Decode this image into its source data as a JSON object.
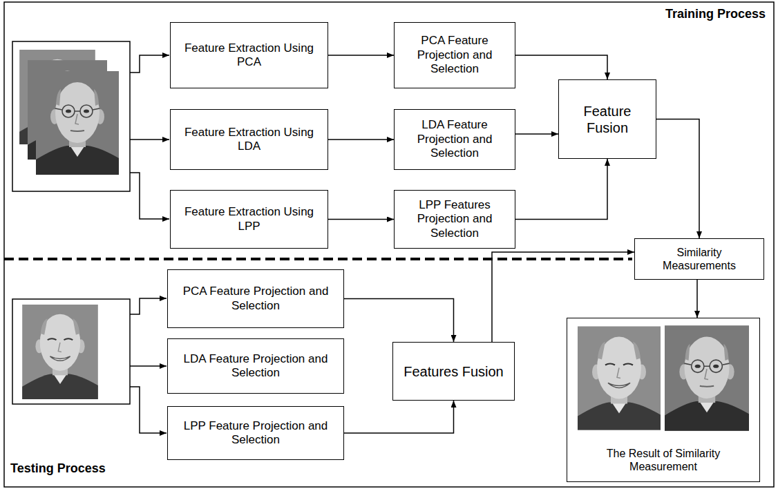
{
  "diagram": {
    "nodes": [
      {
        "text": [
          "Feature Extraction Using PCA"
        ]
      },
      {
        "text": [
          "PCA Feature Projection and Selection"
        ]
      },
      {
        "text": [
          "Feature Extraction Using LDA"
        ]
      },
      {
        "text": [
          "LDA Feature Projection and Selection"
        ]
      },
      {
        "text": [
          "Feature Fusion"
        ]
      },
      {
        "text": [
          "Feature Extraction Using LPP"
        ]
      },
      {
        "text": [
          "LPP Features Projection and Selection"
        ]
      },
      {
        "text": [
          "Similarity Measurements"
        ]
      },
      {
        "text": [
          "PCA Feature Projection and Selection"
        ]
      },
      {
        "text": [
          "LDA Feature Projection and Selection"
        ]
      },
      {
        "text": [
          "Features Fusion"
        ]
      },
      {
        "text": [
          "LPP Feature Projection and Selection"
        ]
      },
      {
        "text": [
          "The Result of Similarity Measurement"
        ]
      }
    ],
    "edges": [
      {
        "from": 0,
        "to": 1,
        "arrow": "to"
      },
      {
        "from": 2,
        "to": 3,
        "arrow": "to"
      },
      {
        "from": 5,
        "to": 6,
        "arrow": "to"
      },
      {
        "from": 1,
        "to": 4,
        "arrow": "to"
      },
      {
        "from": 3,
        "to": 4,
        "arrow": "to"
      },
      {
        "from": 6,
        "to": 4,
        "arrow": "to"
      },
      {
        "from": 4,
        "to": 7,
        "arrow": "to"
      },
      {
        "from": 8,
        "to": 10,
        "arrow": "to"
      },
      {
        "from": 11,
        "to": 10,
        "arrow": "to"
      },
      {
        "from": 10,
        "to": 7,
        "arrow": "to"
      },
      {
        "from": 7,
        "to": 12,
        "arrow": "to"
      }
    ],
    "labels": [
      "Training Process",
      "Testing Process"
    ]
  }
}
